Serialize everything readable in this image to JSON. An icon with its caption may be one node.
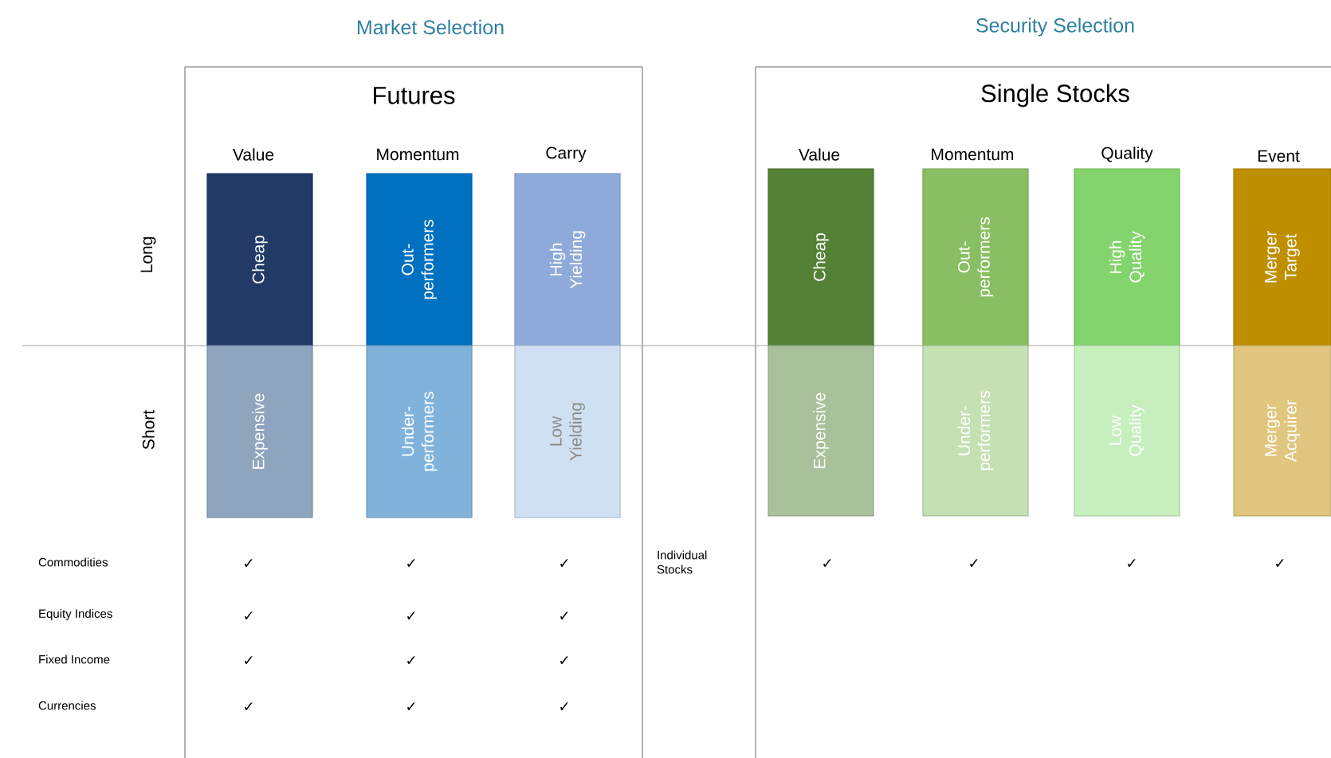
{
  "diagram": {
    "nodes": [
      {
        "text": [
          "Futures"
        ]
      },
      {
        "text": [
          "Cheap"
        ],
        "in": 0
      },
      {
        "text": [
          "Out- performers"
        ],
        "in": 0
      },
      {
        "text": [
          "High Yielding"
        ],
        "in": 0
      },
      {
        "text": [
          "Expensive"
        ],
        "in": 0
      },
      {
        "text": [
          "Under- performers"
        ],
        "in": 0
      },
      {
        "text": [
          "Low Yielding"
        ],
        "in": 0
      },
      {
        "text": [
          "Single Stocks"
        ]
      },
      {
        "text": [
          "Cheap"
        ],
        "in": 7
      },
      {
        "text": [
          "Out- performers"
        ],
        "in": 7
      },
      {
        "text": [
          "High Quality"
        ],
        "in": 7
      },
      {
        "text": [
          "Merger Target"
        ],
        "in": 7
      },
      {
        "text": [
          "Expensive"
        ],
        "in": 7
      },
      {
        "text": [
          "Under- performers"
        ],
        "in": 7
      },
      {
        "text": [
          "Low Quality"
        ],
        "in": 7
      },
      {
        "text": [
          "Merger Acquirer"
        ],
        "in": 7
      }
    ],
    "labels": [
      "Market Selection",
      "Security Selection",
      "Value",
      "Momentum",
      "Carry",
      "Value",
      "Momentum",
      "Quality",
      "Event",
      "Long",
      "Short",
      "Commodities",
      "✓",
      "✓",
      "✓",
      "Individual Stocks",
      "✓",
      "✓",
      "✓",
      "✓",
      "Equity Indices",
      "✓",
      "✓",
      "✓",
      "Fixed Income",
      "✓",
      "✓",
      "✓",
      "Currencies",
      "✓",
      "✓",
      "✓"
    ]
  }
}
